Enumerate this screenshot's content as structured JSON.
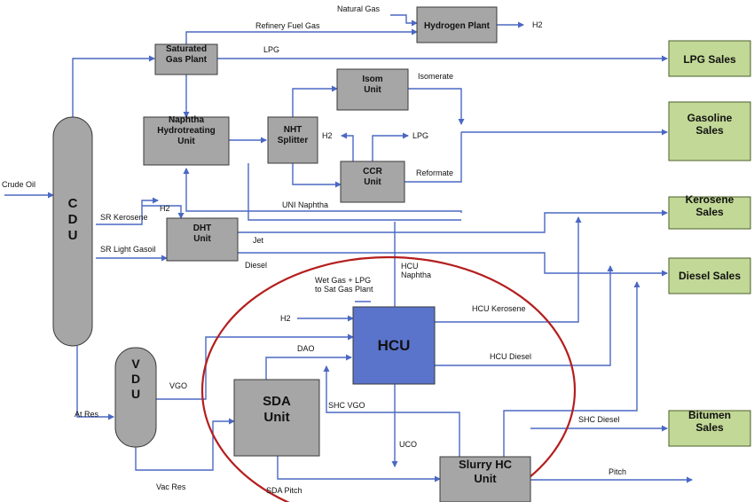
{
  "colors": {
    "unit_fill": "#a6a6a6",
    "unit_stroke": "#3a3a3a",
    "hcu_fill": "#5a74cc",
    "sales_fill": "#c2d896",
    "sales_stroke": "#4b5f2a",
    "flow_line": "#4a68c4",
    "highlight_ring": "#b51e1e"
  },
  "units": {
    "cdu": "C\nD\nU",
    "vdu": "V\nD\nU",
    "saturated_gas_plant": "Saturated\nGas Plant",
    "hydrogen_plant": "Hydrogen Plant",
    "naphtha_hydrotreating": "Naphtha\nHydrotreating\nUnit",
    "nht_splitter": "NHT\nSplitter",
    "isom_unit": "Isom\nUnit",
    "ccr_unit": "CCR\nUnit",
    "dht_unit": "DHT\nUnit",
    "hcu": "HCU",
    "sda_unit": "SDA\nUnit",
    "slurry_hc_unit": "Slurry HC\nUnit"
  },
  "sales": {
    "lpg": "LPG Sales",
    "gasoline": "Gasoline\nSales",
    "kerosene": "Kerosene\nSales",
    "diesel": "Diesel Sales",
    "bitumen": "Bitumen\nSales"
  },
  "flows": {
    "crude_oil": "Crude Oil",
    "natural_gas": "Natural Gas",
    "refinery_fuel_gas": "Refinery Fuel Gas",
    "h2_product": "H2",
    "lpg_top": "LPG",
    "isomerate": "Isomerate",
    "h2_ccr": "H2",
    "lpg_ccr": "LPG",
    "reformate": "Reformate",
    "uni_naphtha": "UNI Naphtha",
    "sr_kerosene": "SR Kerosene",
    "h2_dht": "H2",
    "sr_light_gasoil": "SR Light Gasoil",
    "jet": "Jet",
    "diesel": "Diesel",
    "hcu_naphtha": "HCU\nNaphtha",
    "wet_gas": "Wet Gas + LPG\nto Sat Gas Plant",
    "h2_hcu": "H2",
    "hcu_kerosene": "HCU Kerosene",
    "dao": "DAO",
    "hcu_diesel": "HCU Diesel",
    "vgo": "VGO",
    "shc_vgo": "SHC VGO",
    "at_res": "At Res",
    "shc_diesel": "SHC Diesel",
    "uco": "UCO",
    "vac_res": "Vac Res",
    "sda_pitch": "SDA Pitch",
    "pitch": "Pitch"
  }
}
